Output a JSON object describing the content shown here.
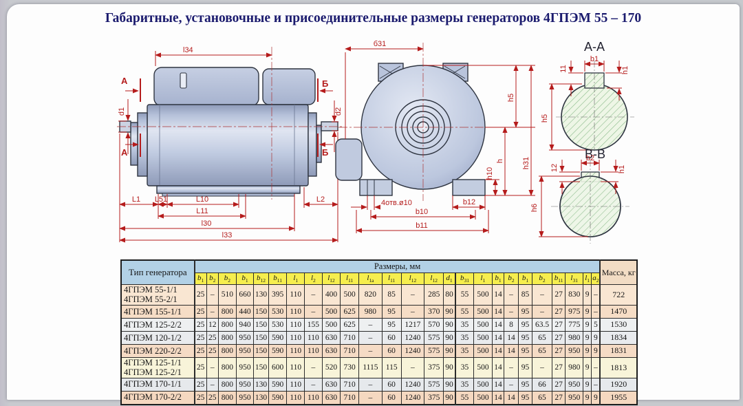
{
  "page": {
    "title": "Габаритные, установочные и присоединительные размеры генераторов 4ГПЭМ 55 – 170"
  },
  "colors": {
    "dimension_red": "#b51c1c",
    "title_navy": "#1b1b6e",
    "header_blue": "#b2d1e6",
    "header_yellow": "#f6ee4e",
    "mass_header_bg": "#f2dcc4",
    "hatch_green": "#8abb8a",
    "body_steel": "#b8c3dc",
    "row_colors": [
      "#f9e6d2",
      "#f6ddc6",
      "#eef0f1",
      "#e9ebee",
      "#f5dbc5",
      "#f8f4d9",
      "#e6e9ec",
      "#f5d8c0"
    ]
  },
  "drawings": {
    "side_view": {
      "top_dim": "l34",
      "section_label_a": "А",
      "section_label_b": "Б",
      "shaft_dia_left": "d1",
      "shaft_dia_right": "d2",
      "dim_l1": "L1",
      "dim_l51": "L51",
      "dim_l10": "L10",
      "dim_l2": "L2",
      "dim_l11": "L11",
      "dim_l30": "l30",
      "dim_l33": "l33"
    },
    "front_view": {
      "top_dim": "б31",
      "dim_h5": "h5",
      "dim_h31": "h31",
      "dim_h": "h",
      "dim_h10": "h10",
      "holes_note": "4отв.ø10",
      "dim_b12": "b12",
      "dim_b10": "b10",
      "dim_b11": "b11"
    },
    "section_aa": {
      "title": "А-А",
      "dim_key_height": "11",
      "dim_key_width": "b1",
      "dim_h1": "h1",
      "dim_h5": "h5"
    },
    "section_bb": {
      "title": "В-В",
      "dim_key_height": "12",
      "dim_key_width": "b2",
      "dim_h1": "h1",
      "dim_h6": "h6"
    }
  },
  "table": {
    "type_header": "Тип генератора",
    "sizes_header": "Размеры, мм",
    "mass_header": "Масса, кг",
    "dim_columns": [
      "b1",
      "b2",
      "b2",
      "b1",
      "b12",
      "b11",
      "l1",
      "l2",
      "l12",
      "l11",
      "l1a",
      "l11",
      "l12",
      "l12",
      "d1",
      "b31",
      "l1",
      "b1",
      "b2",
      "b1",
      "b2",
      "b11",
      "l31",
      "l1",
      "a2"
    ],
    "rows": [
      {
        "type": [
          "4ГПЭМ 55-1/1",
          "4ГПЭМ 55-2/1"
        ],
        "values": [
          "25",
          "–",
          "510",
          "660",
          "130",
          "395",
          "110",
          "–",
          "400",
          "500",
          "820",
          "85",
          "–",
          "285",
          "80",
          "55",
          "500",
          "14",
          "–",
          "85",
          "–",
          "27",
          "830",
          "9",
          "–"
        ],
        "mass": "722"
      },
      {
        "type": [
          "4ГПЭМ 155-1/1"
        ],
        "values": [
          "25",
          "–",
          "800",
          "440",
          "150",
          "530",
          "110",
          "–",
          "500",
          "625",
          "980",
          "95",
          "–",
          "370",
          "90",
          "55",
          "500",
          "14",
          "–",
          "95",
          "–",
          "27",
          "975",
          "9",
          "–"
        ],
        "mass": "1470"
      },
      {
        "type": [
          "4ГПЭМ 125-2/2"
        ],
        "values": [
          "25",
          "12",
          "800",
          "940",
          "150",
          "530",
          "110",
          "155",
          "500",
          "625",
          "–",
          "95",
          "1217",
          "570",
          "90",
          "35",
          "500",
          "14",
          "8",
          "95",
          "63.5",
          "27",
          "775",
          "9",
          "5"
        ],
        "mass": "1530"
      },
      {
        "type": [
          "4ГПЭМ 120-1/2"
        ],
        "values": [
          "25",
          "25",
          "800",
          "950",
          "150",
          "590",
          "110",
          "110",
          "630",
          "710",
          "–",
          "60",
          "1240",
          "575",
          "90",
          "35",
          "500",
          "14",
          "14",
          "95",
          "65",
          "27",
          "980",
          "9",
          "9"
        ],
        "mass": "1834"
      },
      {
        "type": [
          "4ГПЭМ 220-2/2"
        ],
        "values": [
          "25",
          "25",
          "800",
          "950",
          "150",
          "590",
          "110",
          "110",
          "630",
          "710",
          "–",
          "60",
          "1240",
          "575",
          "90",
          "35",
          "500",
          "14",
          "14",
          "95",
          "65",
          "27",
          "950",
          "9",
          "9"
        ],
        "mass": "1831"
      },
      {
        "type": [
          "4ГПЭМ 125-1/1",
          "4ГПЭМ 125-2/1"
        ],
        "values": [
          "25",
          "–",
          "800",
          "950",
          "150",
          "600",
          "110",
          "–",
          "520",
          "730",
          "1115",
          "115",
          "–",
          "375",
          "90",
          "35",
          "500",
          "14",
          "–",
          "95",
          "–",
          "27",
          "980",
          "9",
          "–"
        ],
        "mass": "1813"
      },
      {
        "type": [
          "4ГПЭМ 170-1/1"
        ],
        "values": [
          "25",
          "–",
          "800",
          "950",
          "130",
          "590",
          "110",
          "–",
          "630",
          "710",
          "–",
          "60",
          "1240",
          "575",
          "90",
          "35",
          "500",
          "14",
          "–",
          "95",
          "66",
          "27",
          "950",
          "9",
          "–"
        ],
        "mass": "1920"
      },
      {
        "type": [
          "4ГПЭМ 170-2/2"
        ],
        "values": [
          "25",
          "25",
          "800",
          "950",
          "130",
          "590",
          "110",
          "110",
          "630",
          "710",
          "–",
          "60",
          "1240",
          "375",
          "90",
          "55",
          "500",
          "14",
          "14",
          "95",
          "65",
          "27",
          "950",
          "9",
          "9"
        ],
        "mass": "1955"
      }
    ]
  }
}
